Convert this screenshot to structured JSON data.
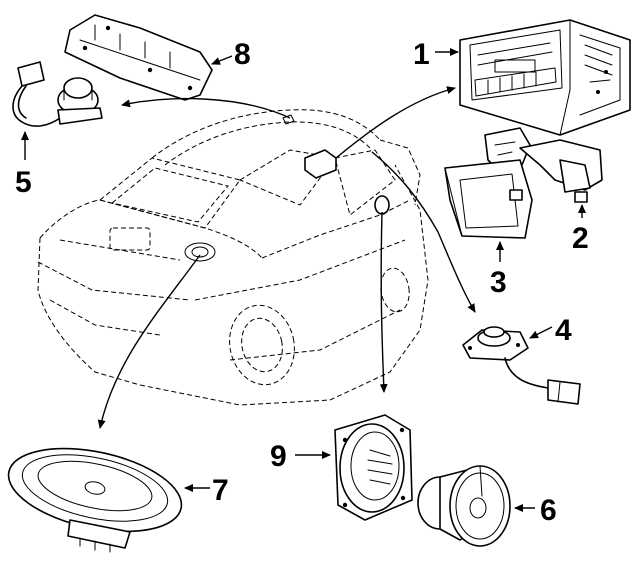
{
  "diagram": {
    "callouts": [
      {
        "id": "1",
        "label": "1"
      },
      {
        "id": "2",
        "label": "2"
      },
      {
        "id": "3",
        "label": "3"
      },
      {
        "id": "4",
        "label": "4"
      },
      {
        "id": "5",
        "label": "5"
      },
      {
        "id": "6",
        "label": "6"
      },
      {
        "id": "7",
        "label": "7"
      },
      {
        "id": "8",
        "label": "8"
      },
      {
        "id": "9",
        "label": "9"
      }
    ],
    "parts": [
      {
        "callout": "1",
        "icon": "radio-receiver-icon"
      },
      {
        "callout": "2",
        "icon": "mounting-bracket-icon"
      },
      {
        "callout": "3",
        "icon": "trim-panel-icon"
      },
      {
        "callout": "4",
        "icon": "tweeter-harness-icon"
      },
      {
        "callout": "5",
        "icon": "speaker-harness-icon"
      },
      {
        "callout": "6",
        "icon": "round-speaker-icon"
      },
      {
        "callout": "7",
        "icon": "oval-speaker-icon"
      },
      {
        "callout": "8",
        "icon": "rear-bracket-icon"
      },
      {
        "callout": "9",
        "icon": "coaxial-speaker-icon"
      }
    ]
  }
}
